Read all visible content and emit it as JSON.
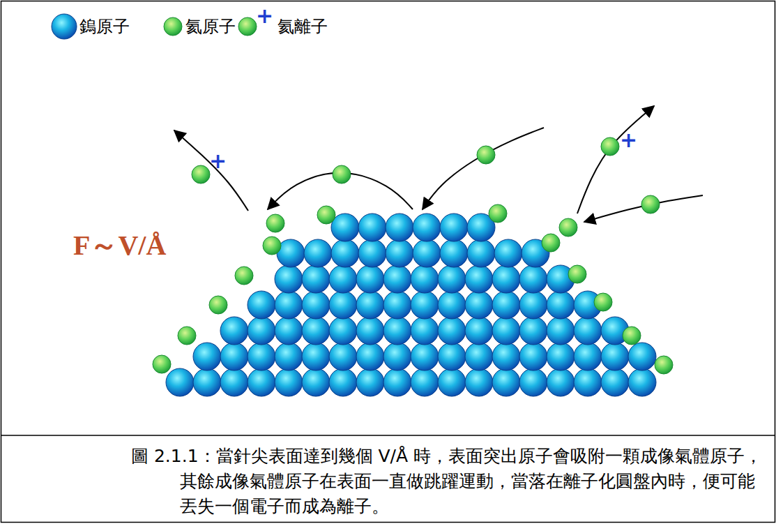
{
  "diagram": {
    "caption": "圖 2.1.1：當針尖表面達到幾個 V/Å 時，表面突出原子會吸附一顆成像氣體原子，其餘成像氣體原子在表面一直做跳躍運動，當落在離子化圓盤內時，便可能丟失一個電子而成為離子。",
    "labels": [
      "F～V/Å",
      "+",
      "+",
      "+"
    ],
    "legend": [
      {
        "text": "鎢原子"
      },
      {
        "text": "氦原子"
      },
      {
        "text": "氦離子"
      }
    ]
  }
}
